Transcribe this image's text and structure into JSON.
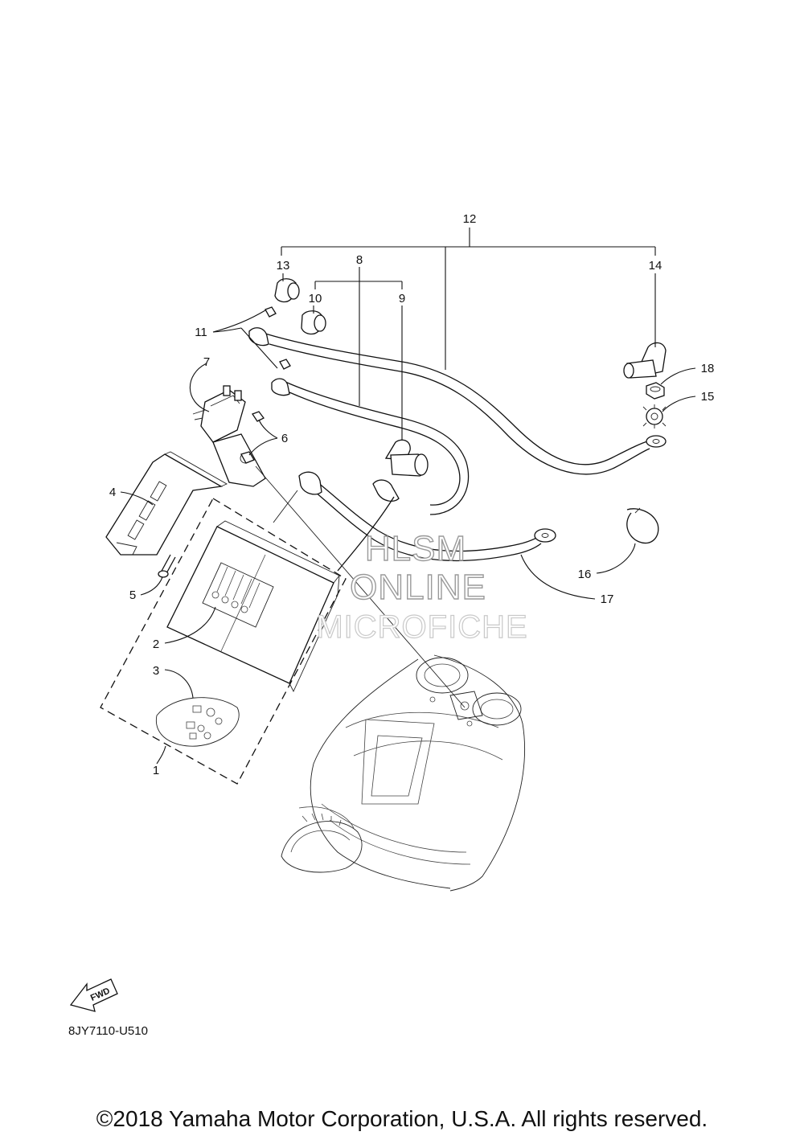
{
  "callouts": {
    "c1": "1",
    "c2": "2",
    "c3": "3",
    "c4": "4",
    "c5": "5",
    "c6": "6",
    "c7": "7",
    "c8": "8",
    "c9": "9",
    "c10": "10",
    "c11": "11",
    "c12": "12",
    "c13": "13",
    "c14": "14",
    "c15": "15",
    "c16": "16",
    "c17": "17",
    "c18": "18"
  },
  "watermark": {
    "line1": "HLSM",
    "line2": "ONLINE",
    "line3": "MICROFICHE"
  },
  "fwd_label": "FWD",
  "diagram_code": "8JY7110-U510",
  "copyright": "©2018 Yamaha Motor Corporation, U.S.A. All rights reserved."
}
